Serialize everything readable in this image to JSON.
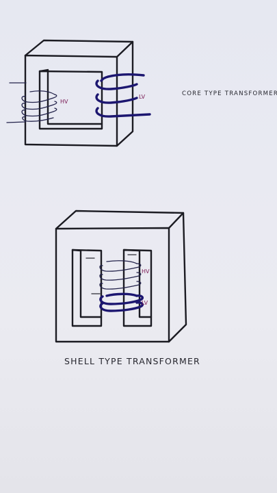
{
  "core": {
    "title": "CORE TYPE TRANSFORMER",
    "hv_label": "HV",
    "lv_label": "LV"
  },
  "shell": {
    "title": "SHELL TYPE TRANSFORMER",
    "hv_label": "HV",
    "lv_label": "LV"
  },
  "colors": {
    "ink": "#1b1b22",
    "label": "#7a1a55",
    "lv_winding": "#1c1670",
    "paper": "#e9eaf2"
  }
}
